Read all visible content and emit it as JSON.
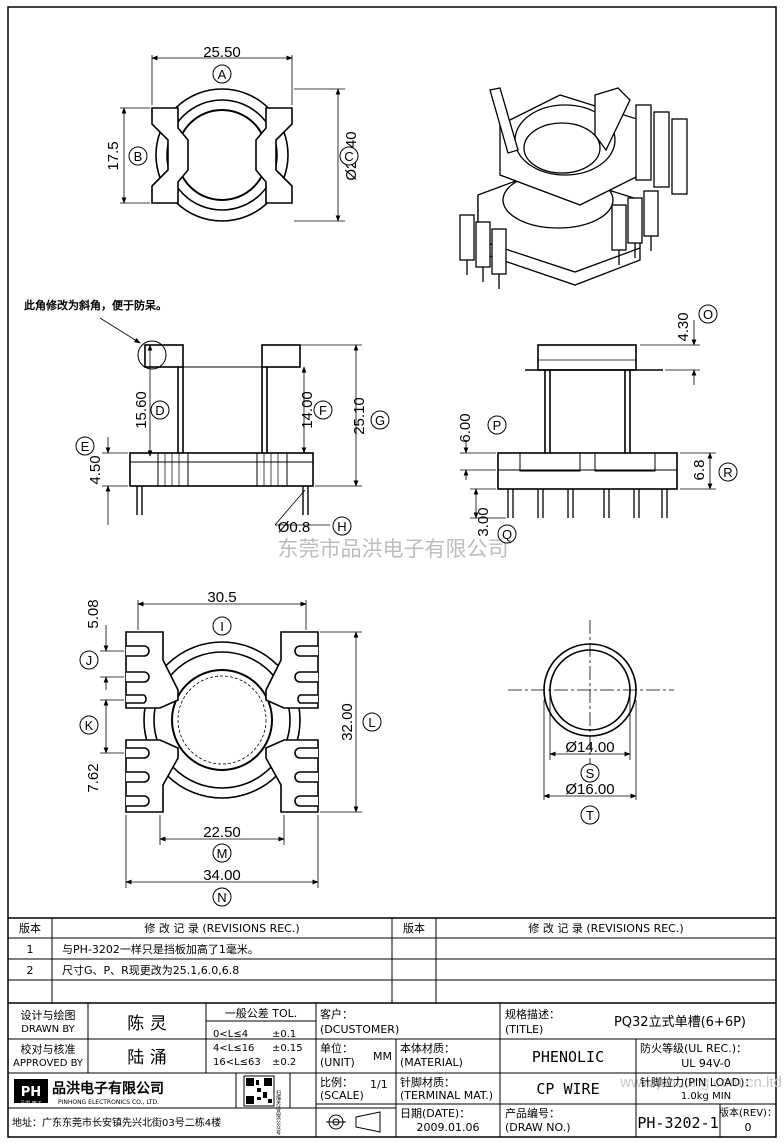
{
  "dims": {
    "a": "25.50",
    "b": "17.5",
    "c": "Ø26.40",
    "d": "15.60",
    "e": "4.50",
    "f": "14.00",
    "g": "25.10",
    "h": "Ø0.8",
    "o": "4.30",
    "p": "6.00",
    "q": "3.00",
    "r": "6.8",
    "i": "30.5",
    "j": "5.08",
    "k": "7.62",
    "l": "32.00",
    "m": "22.50",
    "n": "34.00",
    "s": "Ø14.00",
    "t": "Ø16.00"
  },
  "bubbles": {
    "a": "A",
    "b": "B",
    "c": "C",
    "d": "D",
    "e": "E",
    "f": "F",
    "g": "G",
    "h": "H",
    "i": "I",
    "j": "J",
    "k": "K",
    "l": "L",
    "m": "M",
    "n": "N",
    "o": "O",
    "p": "P",
    "q": "Q",
    "r": "R",
    "s": "S",
    "t": "T"
  },
  "note": "此角修改为斜角，便于防呆。",
  "watermark": "东莞市品洪电子有限公司",
  "watermark2": "www.pinhong.com.cn.ltd",
  "revisions": {
    "col_no": "版本",
    "col_rec": "修 改 记 录 (REVISIONS REC.)",
    "rows": [
      {
        "no": "1",
        "text": "与PH-3202一样只是挡板加高了1毫米。"
      },
      {
        "no": "2",
        "text": "尺寸G、P、R现更改为25.1,6.0,6.8"
      }
    ]
  },
  "title_block": {
    "drawn_by_cn": "设计与绘图",
    "drawn_by_en": "DRAWN BY",
    "drawn_by": "陈 灵",
    "approved_cn": "校对与核准",
    "approved_en": "APPROVED BY",
    "approved_by": "陆 涌",
    "tol_title": "一般公差 TOL.",
    "tol_rows": [
      {
        "range": "0<L≤4",
        "val": "±0.1"
      },
      {
        "range": "4<L≤16",
        "val": "±0.15"
      },
      {
        "range": "16<L≤63",
        "val": "±0.2"
      }
    ],
    "customer_cn": "客户：",
    "customer_en": "(DCUSTOMER)",
    "title_cn": "规格描述：",
    "title_en": "(TITLE)",
    "title": "PQ32立式单槽(6+6P)",
    "unit_cn": "单位：",
    "unit_en": "(UNIT)",
    "unit": "MM",
    "material_cn": "本体材质：",
    "material_en": "(MATERIAL)",
    "material": "PHENOLIC",
    "ul_cn": "防火等级(UL REC.)：",
    "ul": "UL 94V-0",
    "scale_cn": "比例：",
    "scale_en": "(SCALE)",
    "scale": "1/1",
    "terminal_cn": "针脚材质：",
    "terminal_en": "(TERMINAL MAT.)",
    "terminal": "CP WIRE",
    "pinload_cn": "针脚拉力(PIN LOAD)：",
    "pinload": "1.0kg MIN",
    "date_cn": "日期(DATE)：",
    "date": "2009.01.06",
    "drawno_cn": "产品编号：",
    "drawno_en": "(DRAW NO.)",
    "drawno": "PH-3202-1",
    "rev_cn": "版本(REV)：",
    "rev": "0",
    "company_cn": "品洪电子有限公司",
    "company_en": "PINHONG ELECTRONICS CO., LTD.",
    "logo_text": "PH",
    "logo_sub": "品洪 电子",
    "qr_caption": "扫描关注品洪公众号",
    "address": "地址：广东东莞市长安镇先兴北街03号二栋4楼"
  }
}
